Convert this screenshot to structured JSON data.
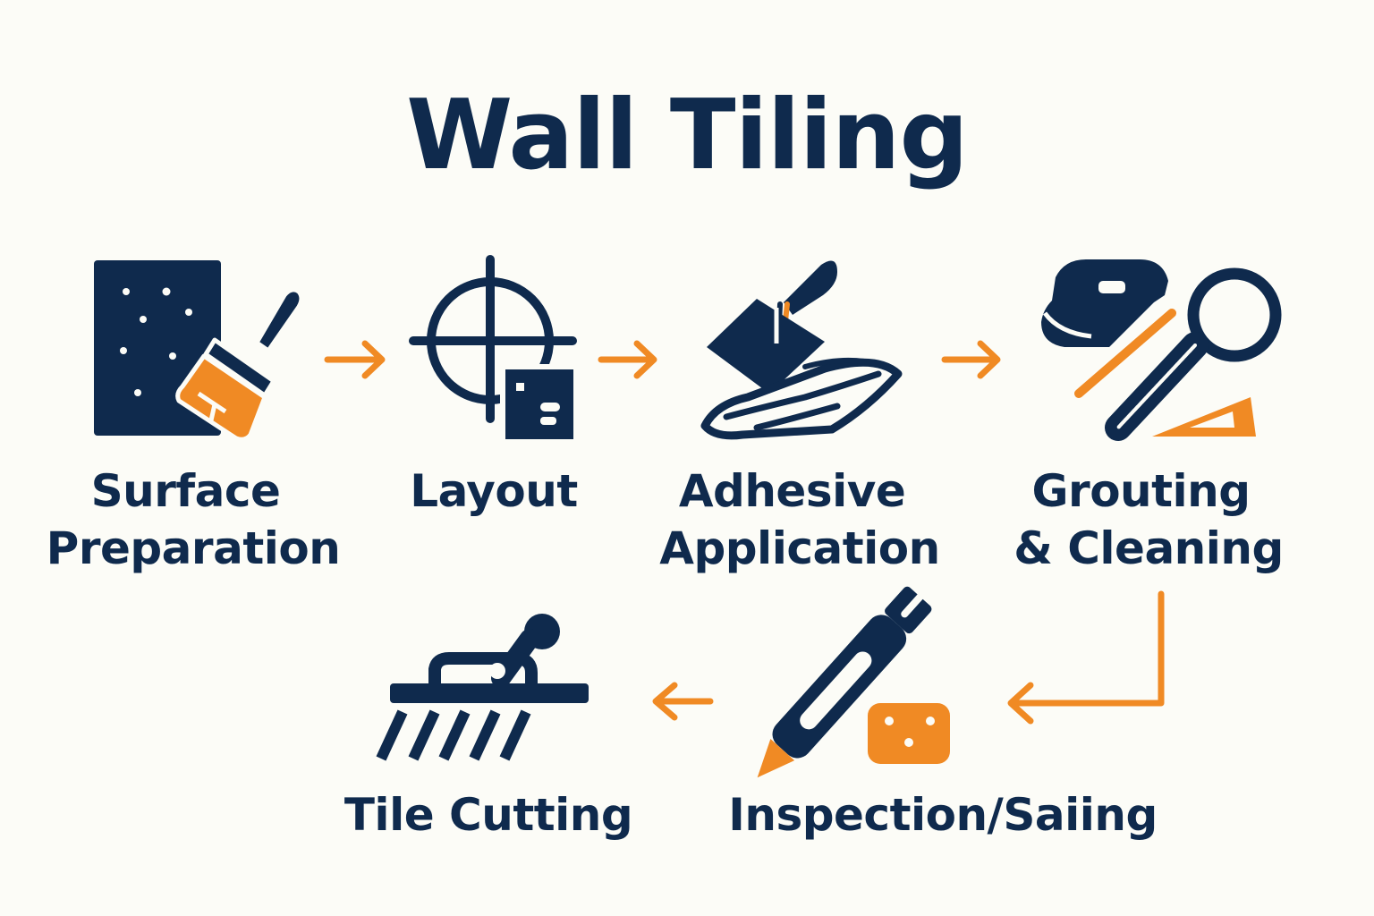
{
  "title": "Wall Tiling",
  "colors": {
    "navy": "#0f2a4d",
    "orange": "#f08a24",
    "background": "#fcfcf7"
  },
  "steps": [
    {
      "id": "surface-preparation",
      "icon": "wall-paint-brush-icon",
      "lines": [
        "Surface",
        "Preparation"
      ]
    },
    {
      "id": "layout",
      "icon": "crosshair-layout-icon",
      "lines": [
        "Layout"
      ]
    },
    {
      "id": "adhesive-application",
      "icon": "trowel-adhesive-icon",
      "lines": [
        "Adhesive",
        "Application"
      ]
    },
    {
      "id": "grouting-cleaning",
      "icon": "sponge-magnifier-icon",
      "lines": [
        "Grouting",
        "& Cleaning"
      ]
    },
    {
      "id": "inspection-saiing",
      "icon": "sealant-pen-icon",
      "lines": [
        "Inspection/Saiing"
      ]
    },
    {
      "id": "tile-cutting",
      "icon": "tile-cutter-icon",
      "lines": [
        "Tile Cutting"
      ]
    }
  ]
}
